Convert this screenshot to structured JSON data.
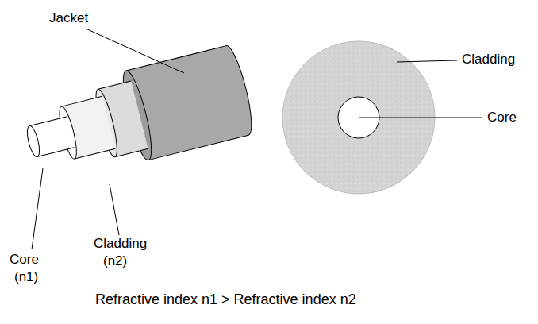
{
  "diagram": {
    "labels": [
      "Jacket",
      "Core",
      "(n1)",
      "Cladding",
      "(n2)",
      "Cladding",
      "Core",
      "Refractive index n1 > Refractive index n2"
    ]
  }
}
